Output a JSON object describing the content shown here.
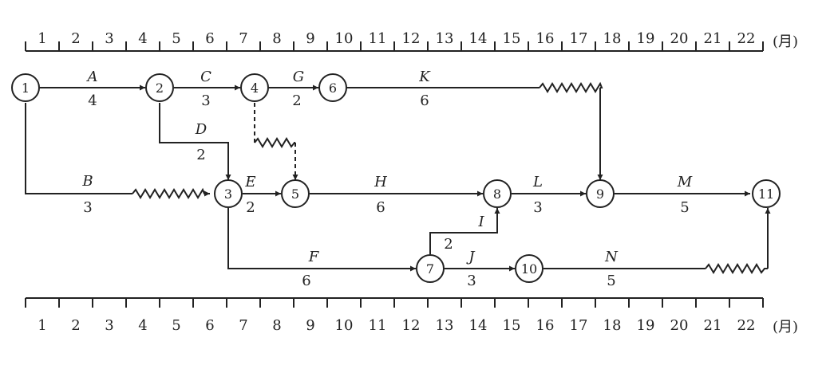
{
  "timescale": {
    "labels": [
      "1",
      "2",
      "3",
      "4",
      "5",
      "6",
      "7",
      "8",
      "9",
      "10",
      "11",
      "12",
      "13",
      "14",
      "15",
      "16",
      "17",
      "18",
      "19",
      "20",
      "21",
      "22"
    ],
    "unit": "(月)"
  },
  "nodes": [
    {
      "id": "1",
      "label": "1"
    },
    {
      "id": "2",
      "label": "2"
    },
    {
      "id": "3",
      "label": "3"
    },
    {
      "id": "4",
      "label": "4"
    },
    {
      "id": "5",
      "label": "5"
    },
    {
      "id": "6",
      "label": "6"
    },
    {
      "id": "7",
      "label": "7"
    },
    {
      "id": "8",
      "label": "8"
    },
    {
      "id": "9",
      "label": "9"
    },
    {
      "id": "10",
      "label": "10"
    },
    {
      "id": "11",
      "label": "11"
    }
  ],
  "activities": [
    {
      "id": "A",
      "name": "A",
      "duration": "4",
      "from": "1",
      "to": "2"
    },
    {
      "id": "B",
      "name": "B",
      "duration": "3",
      "from": "1",
      "to": "3"
    },
    {
      "id": "C",
      "name": "C",
      "duration": "3",
      "from": "2",
      "to": "4"
    },
    {
      "id": "D",
      "name": "D",
      "duration": "2",
      "from": "2",
      "to": "3"
    },
    {
      "id": "G",
      "name": "G",
      "duration": "2",
      "from": "4",
      "to": "6"
    },
    {
      "id": "K",
      "name": "K",
      "duration": "6",
      "from": "6",
      "to": "9"
    },
    {
      "id": "E",
      "name": "E",
      "duration": "2",
      "from": "3",
      "to": "5"
    },
    {
      "id": "H",
      "name": "H",
      "duration": "6",
      "from": "5",
      "to": "8"
    },
    {
      "id": "L",
      "name": "L",
      "duration": "3",
      "from": "8",
      "to": "9"
    },
    {
      "id": "M",
      "name": "M",
      "duration": "5",
      "from": "9",
      "to": "11"
    },
    {
      "id": "F",
      "name": "F",
      "duration": "6",
      "from": "3",
      "to": "7"
    },
    {
      "id": "I",
      "name": "I",
      "duration": "2",
      "from": "7",
      "to": "8"
    },
    {
      "id": "J",
      "name": "J",
      "duration": "3",
      "from": "7",
      "to": "10"
    },
    {
      "id": "N",
      "name": "N",
      "duration": "5",
      "from": "10",
      "to": "11"
    }
  ],
  "dummies": [
    {
      "from": "4",
      "to": "5"
    }
  ]
}
